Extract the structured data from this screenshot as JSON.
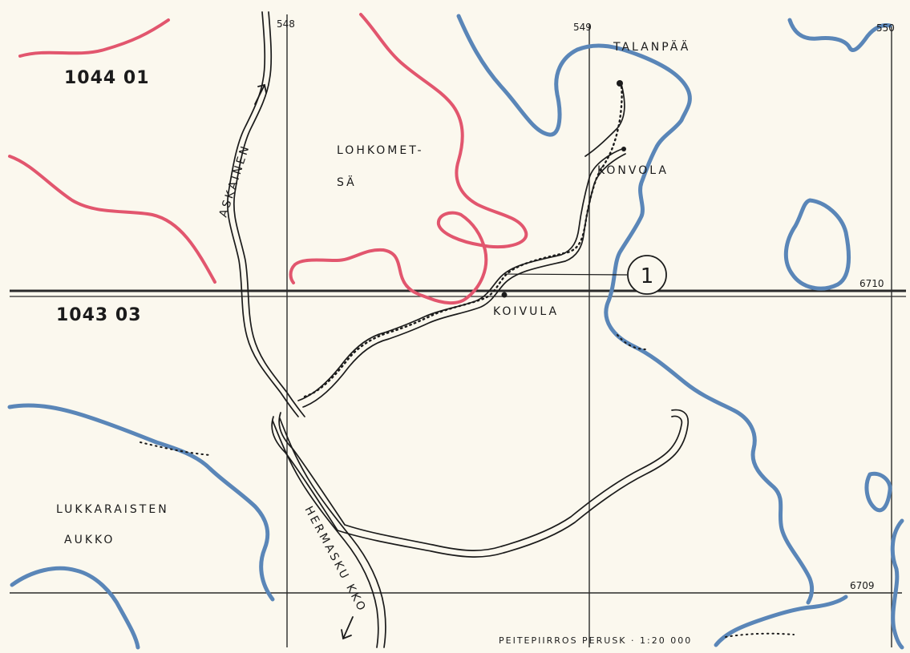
{
  "map": {
    "sheets": {
      "top_left": "1044 01",
      "bottom_left": "1043 03"
    },
    "grid_labels": {
      "col_548": "548",
      "col_549": "549",
      "col_550": "550",
      "row_6710": "6710",
      "row_6709": "6709"
    },
    "places": {
      "talanpaa": "TALANPÄÄ",
      "lohkometsa_1": "LOHKOMET-",
      "lohkometsa_2": "SÄ",
      "konvola": "KONVOLA",
      "koivula": "KOIVULA",
      "askainen": "ASKAINEN",
      "lukkaraisten": "LUKKARAISTEN",
      "aukko": "AUKKO",
      "hermaskukko": "HERMASKU KKO"
    },
    "marker": {
      "label": "1"
    },
    "footer": {
      "text": "PEITEPIIRROS PERUSK · 1:20 000"
    },
    "colors": {
      "paper": "#fbf8ee",
      "water": "#5a86b8",
      "boundary": "#e2566e",
      "ink": "#1b1b1b",
      "grid": "#2a2a2a"
    }
  }
}
